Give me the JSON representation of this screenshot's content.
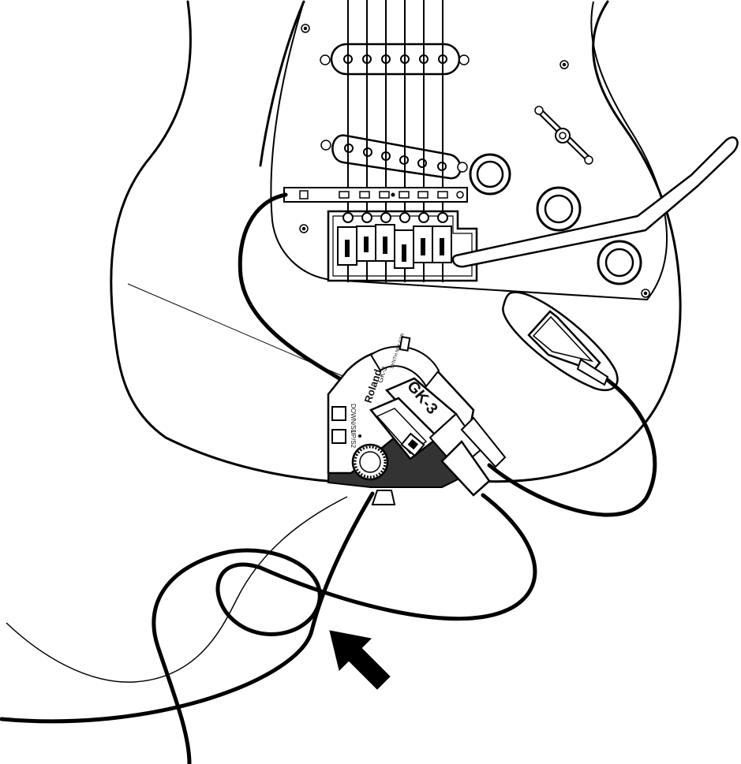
{
  "device": {
    "brand": "Roland",
    "model_small": "GK-3",
    "model_large": "GK-3",
    "down_label": "DOWN/S1",
    "up_label": "UP/S2",
    "mode_label": "SYNTH  MIX  GTR"
  },
  "colors": {
    "line": "#000000",
    "background": "#ffffff",
    "device_base": "#333333"
  },
  "icons": [
    "arrow-icon"
  ]
}
